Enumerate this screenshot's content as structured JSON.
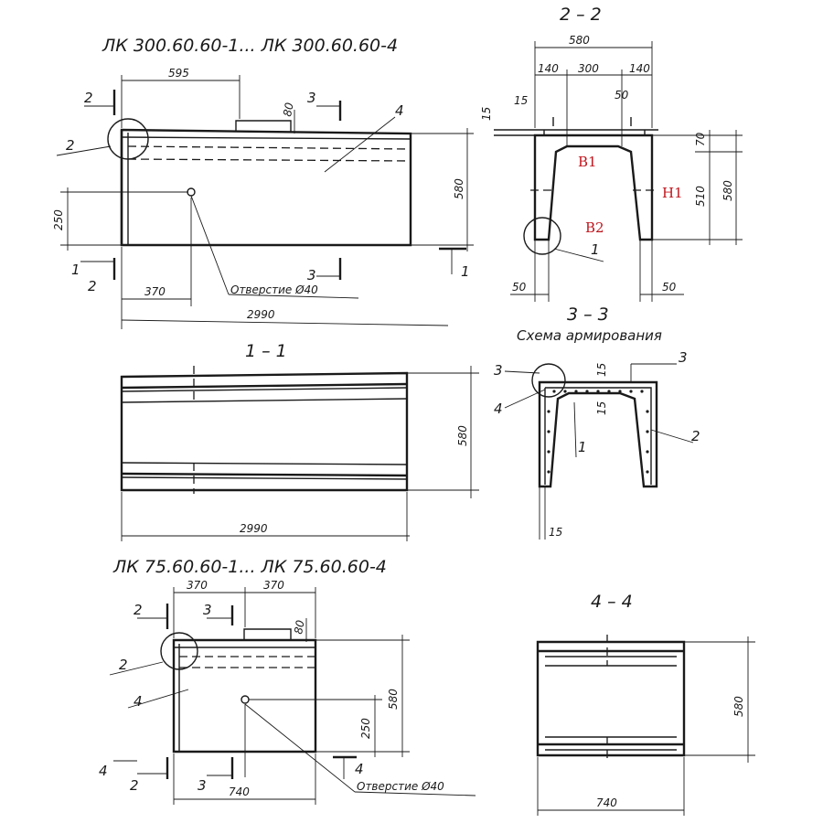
{
  "titles": {
    "main": "ЛК 300.60.60-1... ЛК 300.60.60-4",
    "small": "ЛК 75.60.60-1... ЛК 75.60.60-4"
  },
  "sections": {
    "s22": "2 – 2",
    "s11": "1 – 1",
    "s33": "3 – 3",
    "s44": "4 – 4",
    "scheme": "Схема армирования"
  },
  "dims": {
    "d595": "595",
    "d80": "80",
    "d580": "580",
    "d250": "250",
    "d370": "370",
    "d2990": "2990",
    "d140": "140",
    "d300": "300",
    "d15": "15",
    "d50": "50",
    "d70": "70",
    "d510": "510",
    "d740": "740"
  },
  "labels": {
    "hole": "Отверстие Ø40",
    "n1": "1",
    "n2": "2",
    "n3": "3",
    "n4": "4"
  },
  "marks": {
    "b1": "B1",
    "b2": "B2",
    "h1": "H1"
  }
}
